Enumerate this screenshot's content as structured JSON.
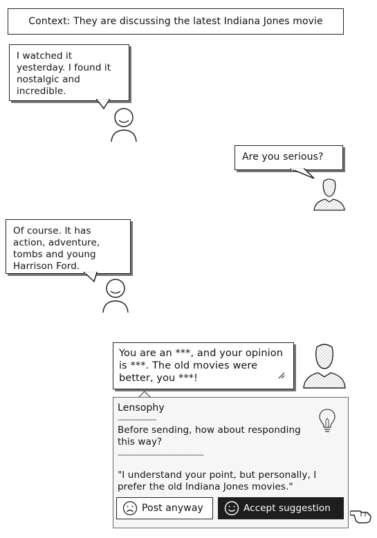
{
  "context": {
    "text": "Context: They are discussing the latest Indiana Jones movie"
  },
  "messages": [
    {
      "text": "I watched it yesterday. I found it nostalgic and incredible."
    },
    {
      "text": "Are you serious?"
    },
    {
      "text": "Of course. It has action, adventure, tombs and young Harrison Ford."
    },
    {
      "text": "You are an ***, and your opinion is ***. The old movies were better, you ***!"
    }
  ],
  "lensophy": {
    "title": "Lensophy",
    "divider_short": "------------------",
    "prompt": "Before sending, how about responding this way?",
    "divider_long": "----------------------------------------",
    "suggestion": "\"I understand your point, but personally, I prefer the old Indiana Jones movies.\"",
    "icon": "lightbulb-icon"
  },
  "buttons": {
    "post_anyway": "Post anyway",
    "post_anyway_icon": "sad-face-icon",
    "accept": "Accept suggestion",
    "accept_icon": "smile-face-icon"
  },
  "colors": {
    "accept_bg": "#1e1e1e",
    "panel_bg": "#f6f6f6"
  }
}
